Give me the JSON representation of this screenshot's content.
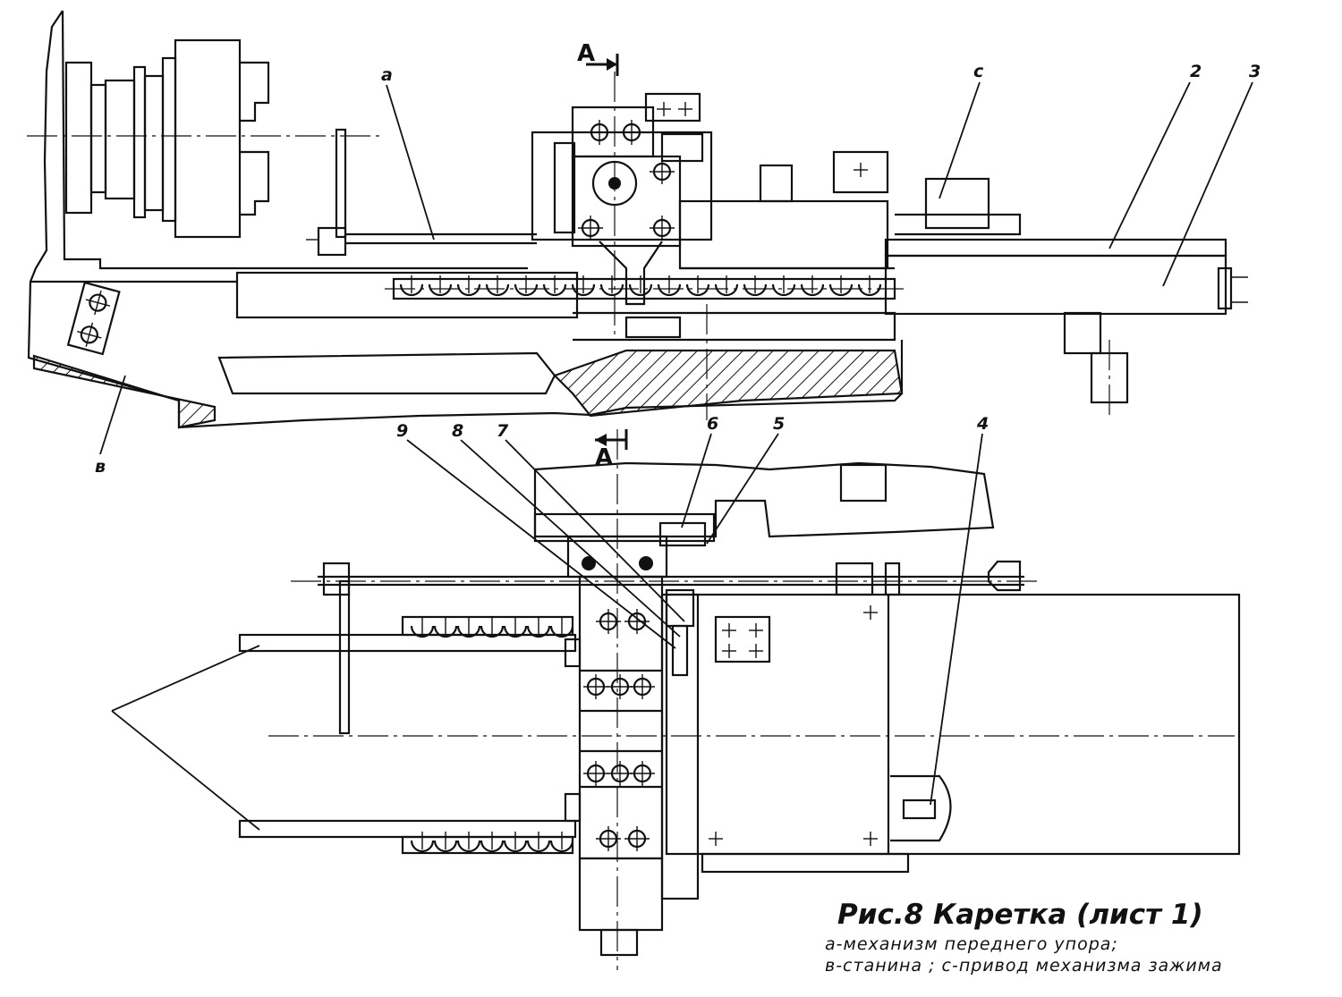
{
  "labels": {
    "a": "a",
    "c": "c",
    "n2": "2",
    "n3": "3",
    "n4": "4",
    "n5": "5",
    "n6": "6",
    "n7": "7",
    "n8": "8",
    "n9": "9",
    "v": "в"
  },
  "section_marks": {
    "top": "A",
    "bottom": "A"
  },
  "caption": {
    "title": "Рис.8 Каретка (лист 1)",
    "line1": "а-механизм переднего упора;",
    "line2": "в-станина ;  с-привод механизма зажима"
  }
}
